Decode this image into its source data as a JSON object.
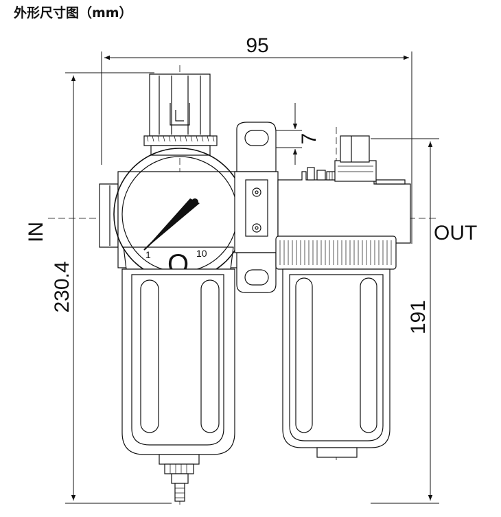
{
  "title": "外形尺寸图（mm）",
  "dimensions": {
    "width": "95",
    "height_total": "230.4",
    "height_lubricator": "191",
    "bracket_hole": "7"
  },
  "ports": {
    "inlet": "IN",
    "outlet": "OUT"
  },
  "gauge": {
    "scale_min": "1",
    "scale_max": "10",
    "zero_mark": "O"
  },
  "colors": {
    "line": "#111111",
    "background": "#ffffff"
  }
}
